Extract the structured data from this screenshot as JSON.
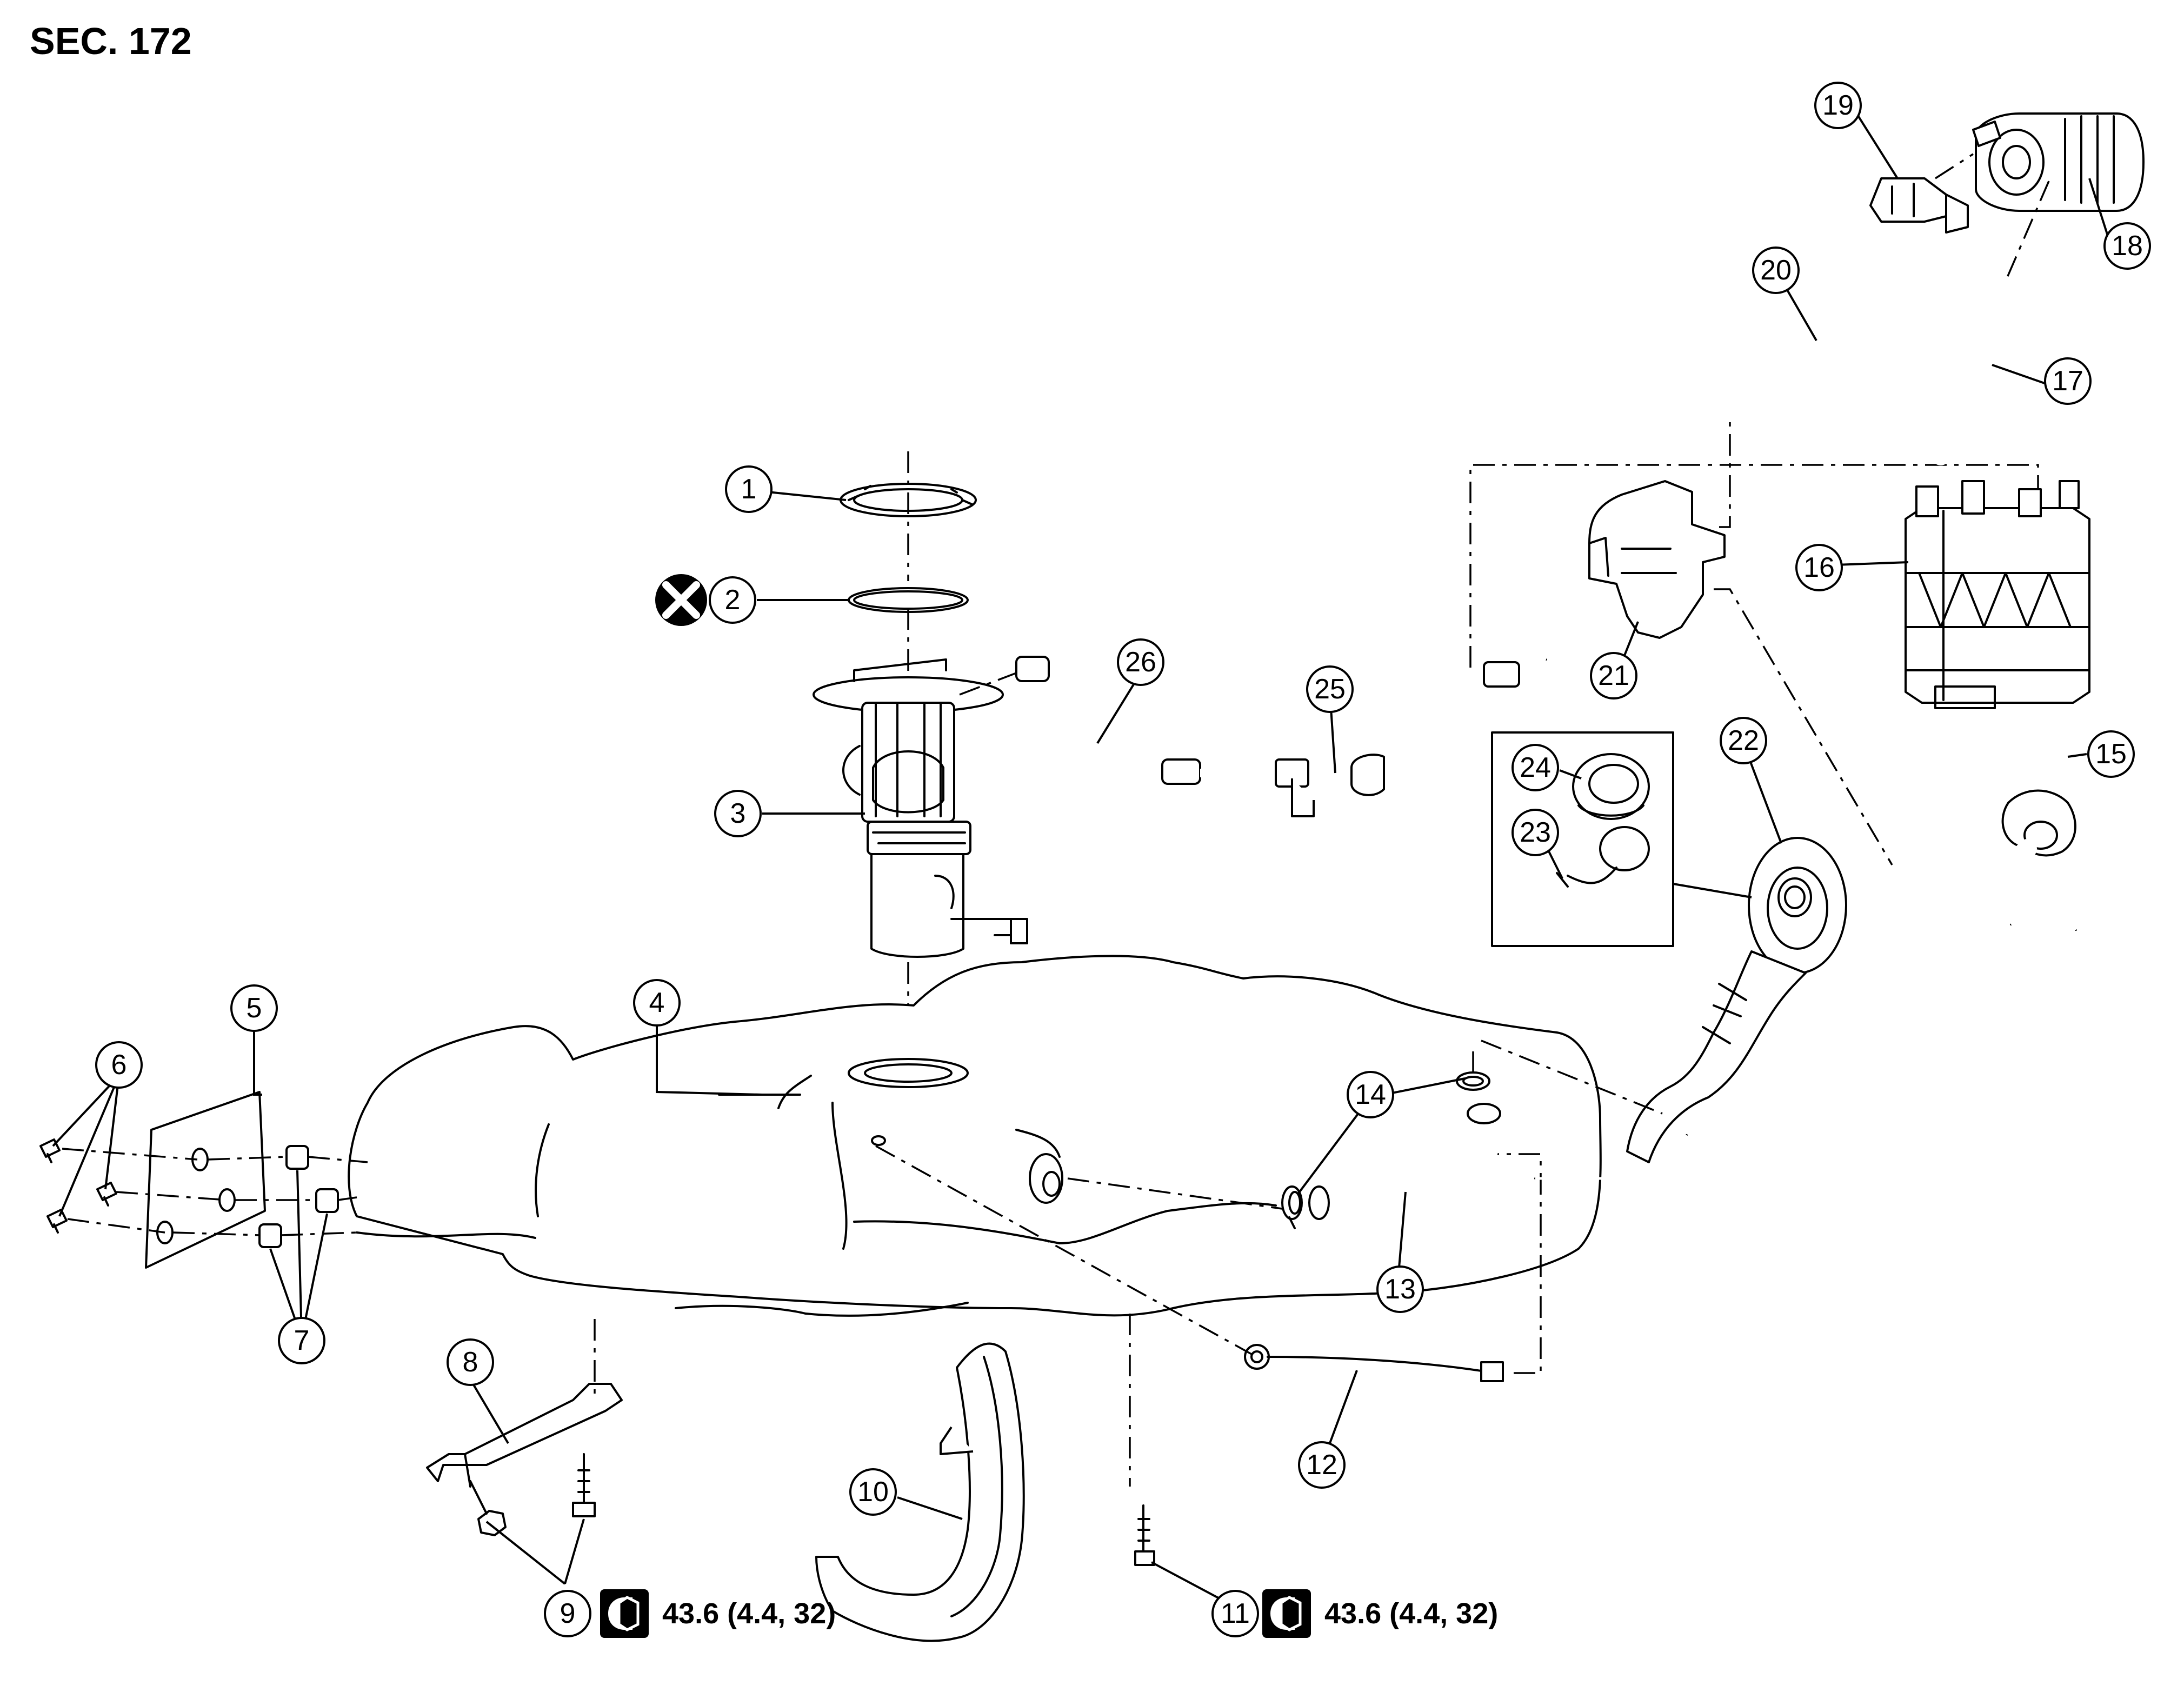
{
  "section_label": "SEC. 172",
  "callouts": [
    {
      "id": "c1",
      "number": "1"
    },
    {
      "id": "c2",
      "number": "2"
    },
    {
      "id": "c3",
      "number": "3"
    },
    {
      "id": "c4",
      "number": "4"
    },
    {
      "id": "c5",
      "number": "5"
    },
    {
      "id": "c6",
      "number": "6"
    },
    {
      "id": "c7",
      "number": "7"
    },
    {
      "id": "c8",
      "number": "8"
    },
    {
      "id": "c9",
      "number": "9"
    },
    {
      "id": "c10",
      "number": "10"
    },
    {
      "id": "c11",
      "number": "11"
    },
    {
      "id": "c12",
      "number": "12"
    },
    {
      "id": "c13",
      "number": "13"
    },
    {
      "id": "c14",
      "number": "14"
    },
    {
      "id": "c15",
      "number": "15"
    },
    {
      "id": "c16",
      "number": "16"
    },
    {
      "id": "c17",
      "number": "17"
    },
    {
      "id": "c18",
      "number": "18"
    },
    {
      "id": "c19",
      "number": "19"
    },
    {
      "id": "c20",
      "number": "20"
    },
    {
      "id": "c21",
      "number": "21"
    },
    {
      "id": "c22",
      "number": "22"
    },
    {
      "id": "c23",
      "number": "23"
    },
    {
      "id": "c24",
      "number": "24"
    },
    {
      "id": "c25",
      "number": "25"
    },
    {
      "id": "c26",
      "number": "26"
    }
  ],
  "torque_specs": [
    {
      "id": "t9",
      "text": "43.6 (4.4, 32)",
      "icon": "torque-wrench-icon"
    },
    {
      "id": "t11",
      "text": "43.6 (4.4, 32)",
      "icon": "torque-wrench-icon"
    }
  ],
  "symbols": {
    "do_not_reuse": "do-not-reuse-icon"
  }
}
